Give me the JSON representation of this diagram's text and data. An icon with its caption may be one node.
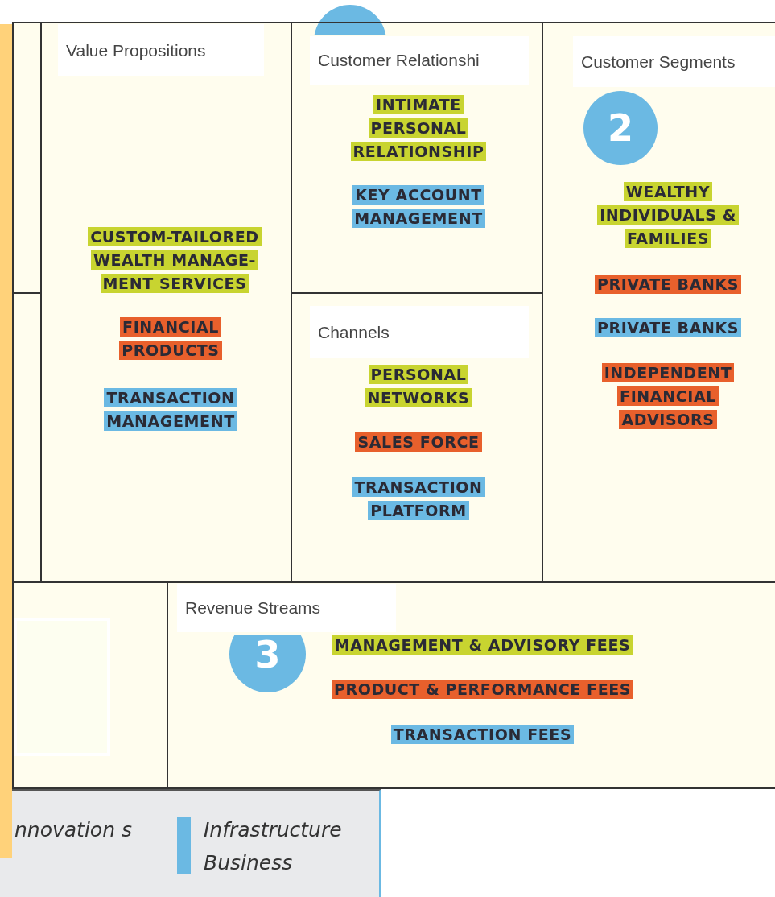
{
  "diagram": {
    "nodes": [
      {
        "text": [],
        "shape": "box"
      },
      {
        "text": [
          "Value Propositions"
        ]
      },
      {
        "text": [
          "CUSTOM-TAILORED WEALTH MANAGE- MENT SERVICES"
        ],
        "in": 1
      },
      {
        "text": [
          "FINANCIAL PRODUCTS"
        ],
        "in": 1
      },
      {
        "text": [
          "TRANSACTION MANAGEMENT"
        ],
        "in": 1
      },
      {
        "text": [
          "Customer Relationshi"
        ]
      },
      {
        "text": [],
        "shape": "circle"
      },
      {
        "text": [
          "INTIMATE PERSONAL RELATIONSHIP"
        ],
        "in": 5
      },
      {
        "text": [
          "KEY ACCOUNT MANAGEMENT"
        ],
        "in": 5
      },
      {
        "text": [
          "Customer Segments"
        ]
      },
      {
        "text": [
          "2"
        ],
        "in": 9
      },
      {
        "text": [
          "WEALTHY INDIVIDUALS & FAMILIES"
        ],
        "in": 9
      },
      {
        "text": [
          "PRIVATE BANKS"
        ],
        "in": 9
      },
      {
        "text": [
          "PRIVATE BANKS"
        ],
        "in": 9
      },
      {
        "text": [
          "INDEPENDENT FINANCIAL ADVISORS"
        ],
        "in": 9
      },
      {
        "text": [],
        "shape": "box"
      },
      {
        "text": [
          "Channels"
        ]
      },
      {
        "text": [
          "PERSONAL NETWORKS"
        ],
        "in": 16
      },
      {
        "text": [
          "SALES FORCE"
        ],
        "in": 16
      },
      {
        "text": [
          "TRANSACTION PLATFORM"
        ],
        "in": 16
      },
      {
        "text": [],
        "shape": "box"
      },
      {
        "text": [],
        "shape": "box",
        "in": 20
      },
      {
        "text": [
          "Revenue Streams"
        ]
      },
      {
        "text": [
          "3"
        ],
        "in": 22
      },
      {
        "text": [
          "MANAGEMENT & ADVISORY FEES"
        ],
        "in": 22
      },
      {
        "text": [
          "PRODUCT & PERFORMANCE FEES"
        ],
        "in": 22
      },
      {
        "text": [
          "TRANSACTION FEES"
        ],
        "in": 22
      }
    ],
    "edges": [],
    "legend": [
      {
        "text": "nnovation s"
      },
      {
        "text": "Infrastructure Business",
        "color": "#6bb9e3"
      }
    ]
  }
}
